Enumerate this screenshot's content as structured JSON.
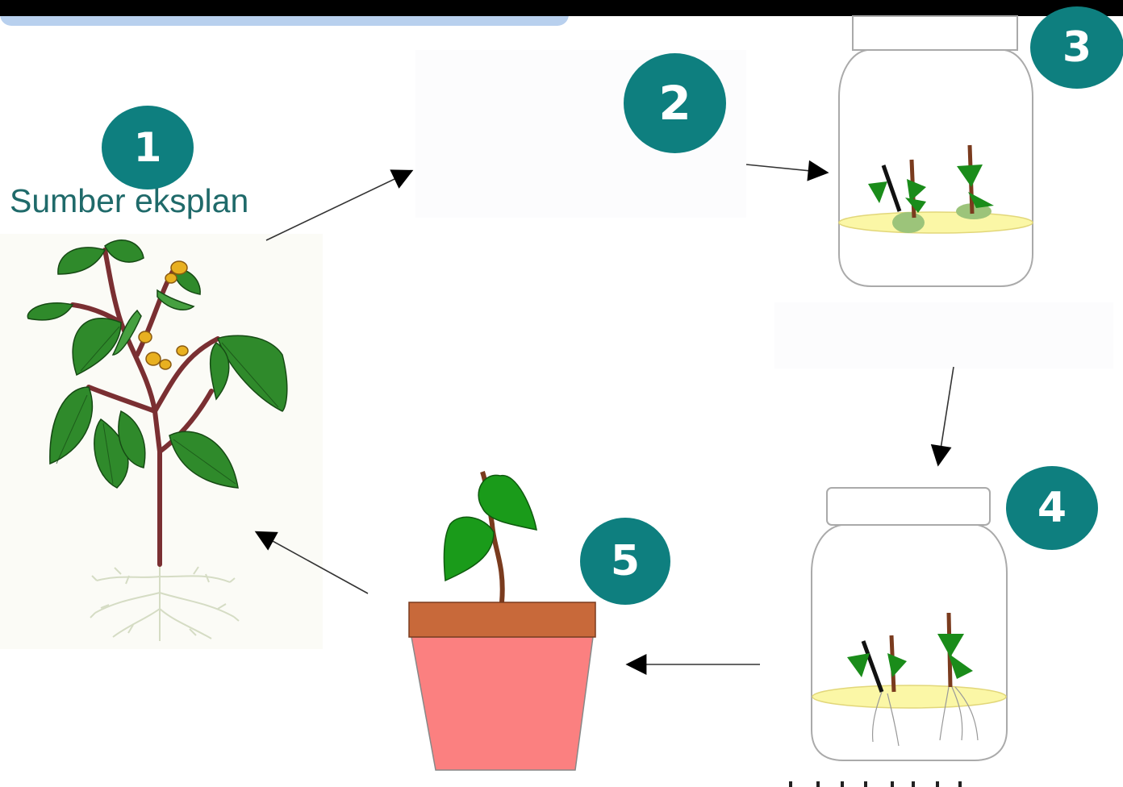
{
  "steps": [
    {
      "number": "1",
      "caption": "Sumber eksplan"
    },
    {
      "number": "2"
    },
    {
      "number": "3"
    },
    {
      "number": "4"
    },
    {
      "number": "5"
    }
  ],
  "colors": {
    "badge": "#0e7f7f",
    "leaf": "#1a8c1a",
    "stem": "#7a3b1e",
    "medium": "#fbf7a6",
    "pot_rim": "#c8693a",
    "pot_body": "#fb8080",
    "flower": "#e8b020",
    "caption": "#1f6a6a"
  },
  "icons": [
    "plant-icon",
    "jar-icon",
    "pot-icon",
    "arrow-icon"
  ]
}
